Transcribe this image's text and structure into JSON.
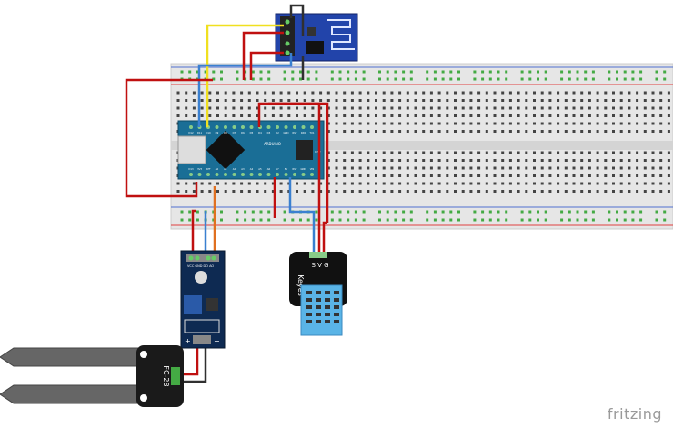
{
  "brand": "fritzing",
  "nano": {
    "title": "ARDUINO",
    "top_pins": [
      "D12",
      "D11",
      "D10",
      "D9",
      "D8",
      "D7",
      "D6",
      "D5",
      "D4",
      "D3",
      "D2",
      "GND",
      "RST",
      "RX0",
      "TX1"
    ],
    "bottom_pins": [
      "D13",
      "3V3",
      "REF",
      "A0",
      "A1",
      "A2",
      "A3",
      "A4",
      "A5",
      "A6",
      "A7",
      "5V",
      "RST",
      "GND",
      "VIN"
    ],
    "icsp": "ICSP"
  },
  "soil_module": {
    "pins": [
      "VCC",
      "GND",
      "DO",
      "AO"
    ],
    "plus": "+",
    "minus": "−"
  },
  "probe": {
    "label": "FC-28"
  },
  "dht": {
    "brand": "Keyes",
    "pins": "S V G"
  },
  "colors": {
    "breadboard": "#e8e8e8",
    "board_blue": "#1a6e96",
    "esp_blue": "#2244aa",
    "sensor_blue": "#5ab4e6",
    "wire_red": "#c01010",
    "wire_blue": "#3a80d0",
    "wire_yellow": "#f0e020",
    "wire_orange": "#e07020",
    "wire_black": "#303030"
  }
}
